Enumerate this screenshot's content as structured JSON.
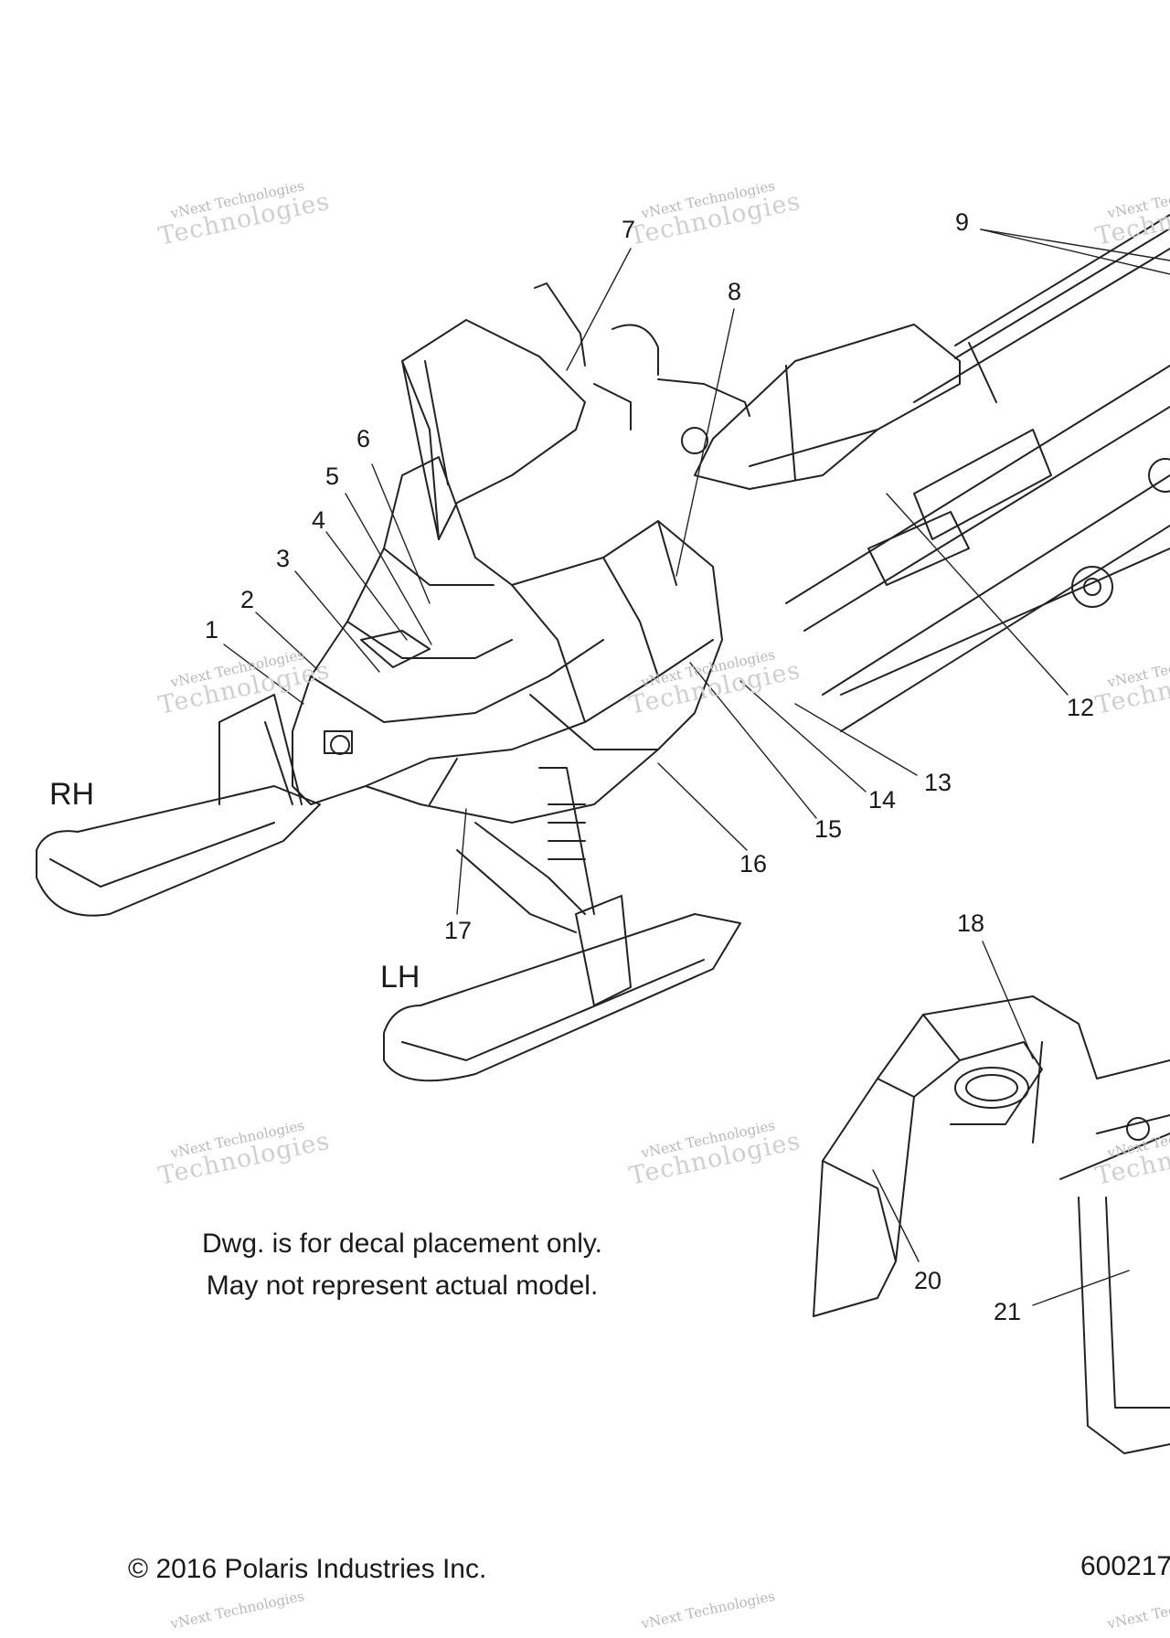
{
  "callouts": [
    {
      "id": "1",
      "text": "1"
    },
    {
      "id": "2",
      "text": "2"
    },
    {
      "id": "3",
      "text": "3"
    },
    {
      "id": "4",
      "text": "4"
    },
    {
      "id": "5",
      "text": "5"
    },
    {
      "id": "6",
      "text": "6"
    },
    {
      "id": "7",
      "text": "7"
    },
    {
      "id": "8",
      "text": "8"
    },
    {
      "id": "9",
      "text": "9"
    },
    {
      "id": "12",
      "text": "12"
    },
    {
      "id": "13",
      "text": "13"
    },
    {
      "id": "14",
      "text": "14"
    },
    {
      "id": "15",
      "text": "15"
    },
    {
      "id": "16",
      "text": "16"
    },
    {
      "id": "17",
      "text": "17"
    },
    {
      "id": "18",
      "text": "18"
    },
    {
      "id": "20",
      "text": "20"
    },
    {
      "id": "21",
      "text": "21"
    }
  ],
  "labels": {
    "rh": "RH",
    "lh": "LH"
  },
  "note": {
    "line1": "Dwg. is for decal placement only.",
    "line2": "May not represent actual model."
  },
  "footer": {
    "copyright": "© 2016 Polaris Industries Inc.",
    "drawing_no": "600217"
  },
  "watermark": {
    "line1": "vNext Technologies",
    "line2": "Technologies"
  }
}
